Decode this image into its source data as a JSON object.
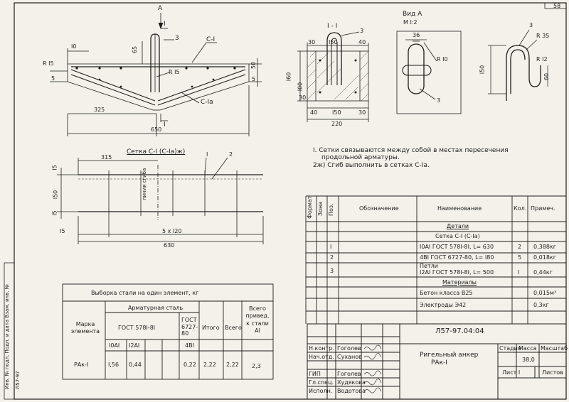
{
  "sheet_no": "58",
  "side_stamp": "Инв. № подл.   Подп. и дата   Взам. инв. №",
  "side_code": "Л57-97",
  "section_view": {
    "arrow_label": "А",
    "cut_label_top": "I",
    "cut_label_bottom": "I",
    "pos3": "3",
    "mesh_c1": "С-I",
    "mesh_c1a": "С-Iа",
    "dim_10": "I0",
    "dim_65": "65",
    "dim_r15_left": "R I5",
    "dim_r15_mid": "R I5",
    "dim_5_left": "5",
    "dim_50_right": "50",
    "dim_5_right": "5",
    "dim_325": "325",
    "dim_650": "650"
  },
  "section_II": {
    "title": "I - I",
    "pos3": "3",
    "dim_30a": "30",
    "dim_150_top": "I50",
    "dim_40": "40",
    "dim_160": "I60",
    "dim_100": "I00",
    "dim_30b": "30",
    "dim_40_bottom": "40",
    "dim_150_bottom": "I50",
    "dim_30_bottom": "30",
    "dim_220": "220"
  },
  "view_A": {
    "title": "Вид А",
    "scale": "М I:2",
    "dim_36": "36",
    "dim_r10": "R I0",
    "pos3": "3"
  },
  "anchor_detail": {
    "pos3": "3",
    "dim_r35": "R 35",
    "dim_r12": "R I2",
    "dim_150": "I50",
    "dim_60": "60"
  },
  "mesh": {
    "title": "Сетка С-I (С-Iа)ж)",
    "pos1": "I",
    "pos2": "2",
    "dim_315": "315",
    "dim_15_top": "I5",
    "dim_150": "I50",
    "dim_15_bottom": "I5",
    "dim_15_left": "I5",
    "dim_spacing": "5 x I20",
    "dim_630": "630",
    "bend_line": "линия сгиба"
  },
  "notes": [
    "I. Сетки связываются между собой в местах пересечения",
    "продольной арматуры.",
    "2ж) Сгиб выполнить в сетках С-Iа."
  ],
  "spec": {
    "headers": [
      "Формат",
      "Зона",
      "Поз.",
      "Обозначение",
      "Наименование",
      "Кол.",
      "Примеч."
    ],
    "rows": [
      {
        "pos": "",
        "name": "Детали",
        "qty": "",
        "note": ""
      },
      {
        "pos": "",
        "name": "Сетка С-I (С-Iа)",
        "qty": "",
        "note": ""
      },
      {
        "pos": "I",
        "name": "I0АI ГОСТ 578I-8I, L= 630",
        "qty": "2",
        "note": "0,388кг"
      },
      {
        "pos": "2",
        "name": "4ВI ГОСТ 6727-80, L= I80",
        "qty": "5",
        "note": "0,018кг"
      },
      {
        "pos": "",
        "name": "Петли",
        "qty": "",
        "note": ""
      },
      {
        "pos": "3",
        "name": "I2АI ГОСТ 578I-8I, L= 500",
        "qty": "I",
        "note": "0,44кг"
      },
      {
        "pos": "",
        "name": "Материалы",
        "qty": "",
        "note": ""
      },
      {
        "pos": "",
        "name": "Бетон класса В25",
        "qty": "",
        "note": "0,015м³"
      },
      {
        "pos": "",
        "name": "Электроды Э42",
        "qty": "",
        "note": "0,3кг"
      }
    ]
  },
  "steel": {
    "title": "Выборка стали на один элемент, кг",
    "col_mark": "Марка элемента",
    "col_rebar": "Арматурная сталь",
    "col_gost1": "ГОСТ 578I-8I",
    "col_gost2": "ГОСТ 6727-80",
    "col_total": "Итого",
    "col_sum": "Всего",
    "col_reduced": "Всего привед. к стали АI",
    "sub": [
      "I0АI",
      "I2АI",
      "",
      "",
      "4ВI"
    ],
    "row": {
      "mark": "РАк-I",
      "v1": "I,56",
      "v2": "0,44",
      "v3": "",
      "v4": "",
      "v5": "0,22",
      "total": "2,22",
      "sum": "2,22",
      "reduced": "2,3"
    }
  },
  "title_block": {
    "code": "Л57-97.04:04",
    "name1": "Ригельный анкер",
    "name2": "РАк-I",
    "stage": "Стадия",
    "mass": "Масса",
    "scale": "Масштаб",
    "mass_value": "38,0",
    "sheet": "Лист I",
    "sheets": "Листов",
    "people": [
      {
        "role": "Н.контр.",
        "name": "Гоголев"
      },
      {
        "role": "Нач.отд.",
        "name": "Суханов"
      },
      {
        "role": "",
        "name": ""
      },
      {
        "role": "ГИП",
        "name": "Гоголев"
      },
      {
        "role": "Гл.спец.",
        "name": "Худякова"
      },
      {
        "role": "Исполн.",
        "name": "Водотова"
      }
    ]
  }
}
